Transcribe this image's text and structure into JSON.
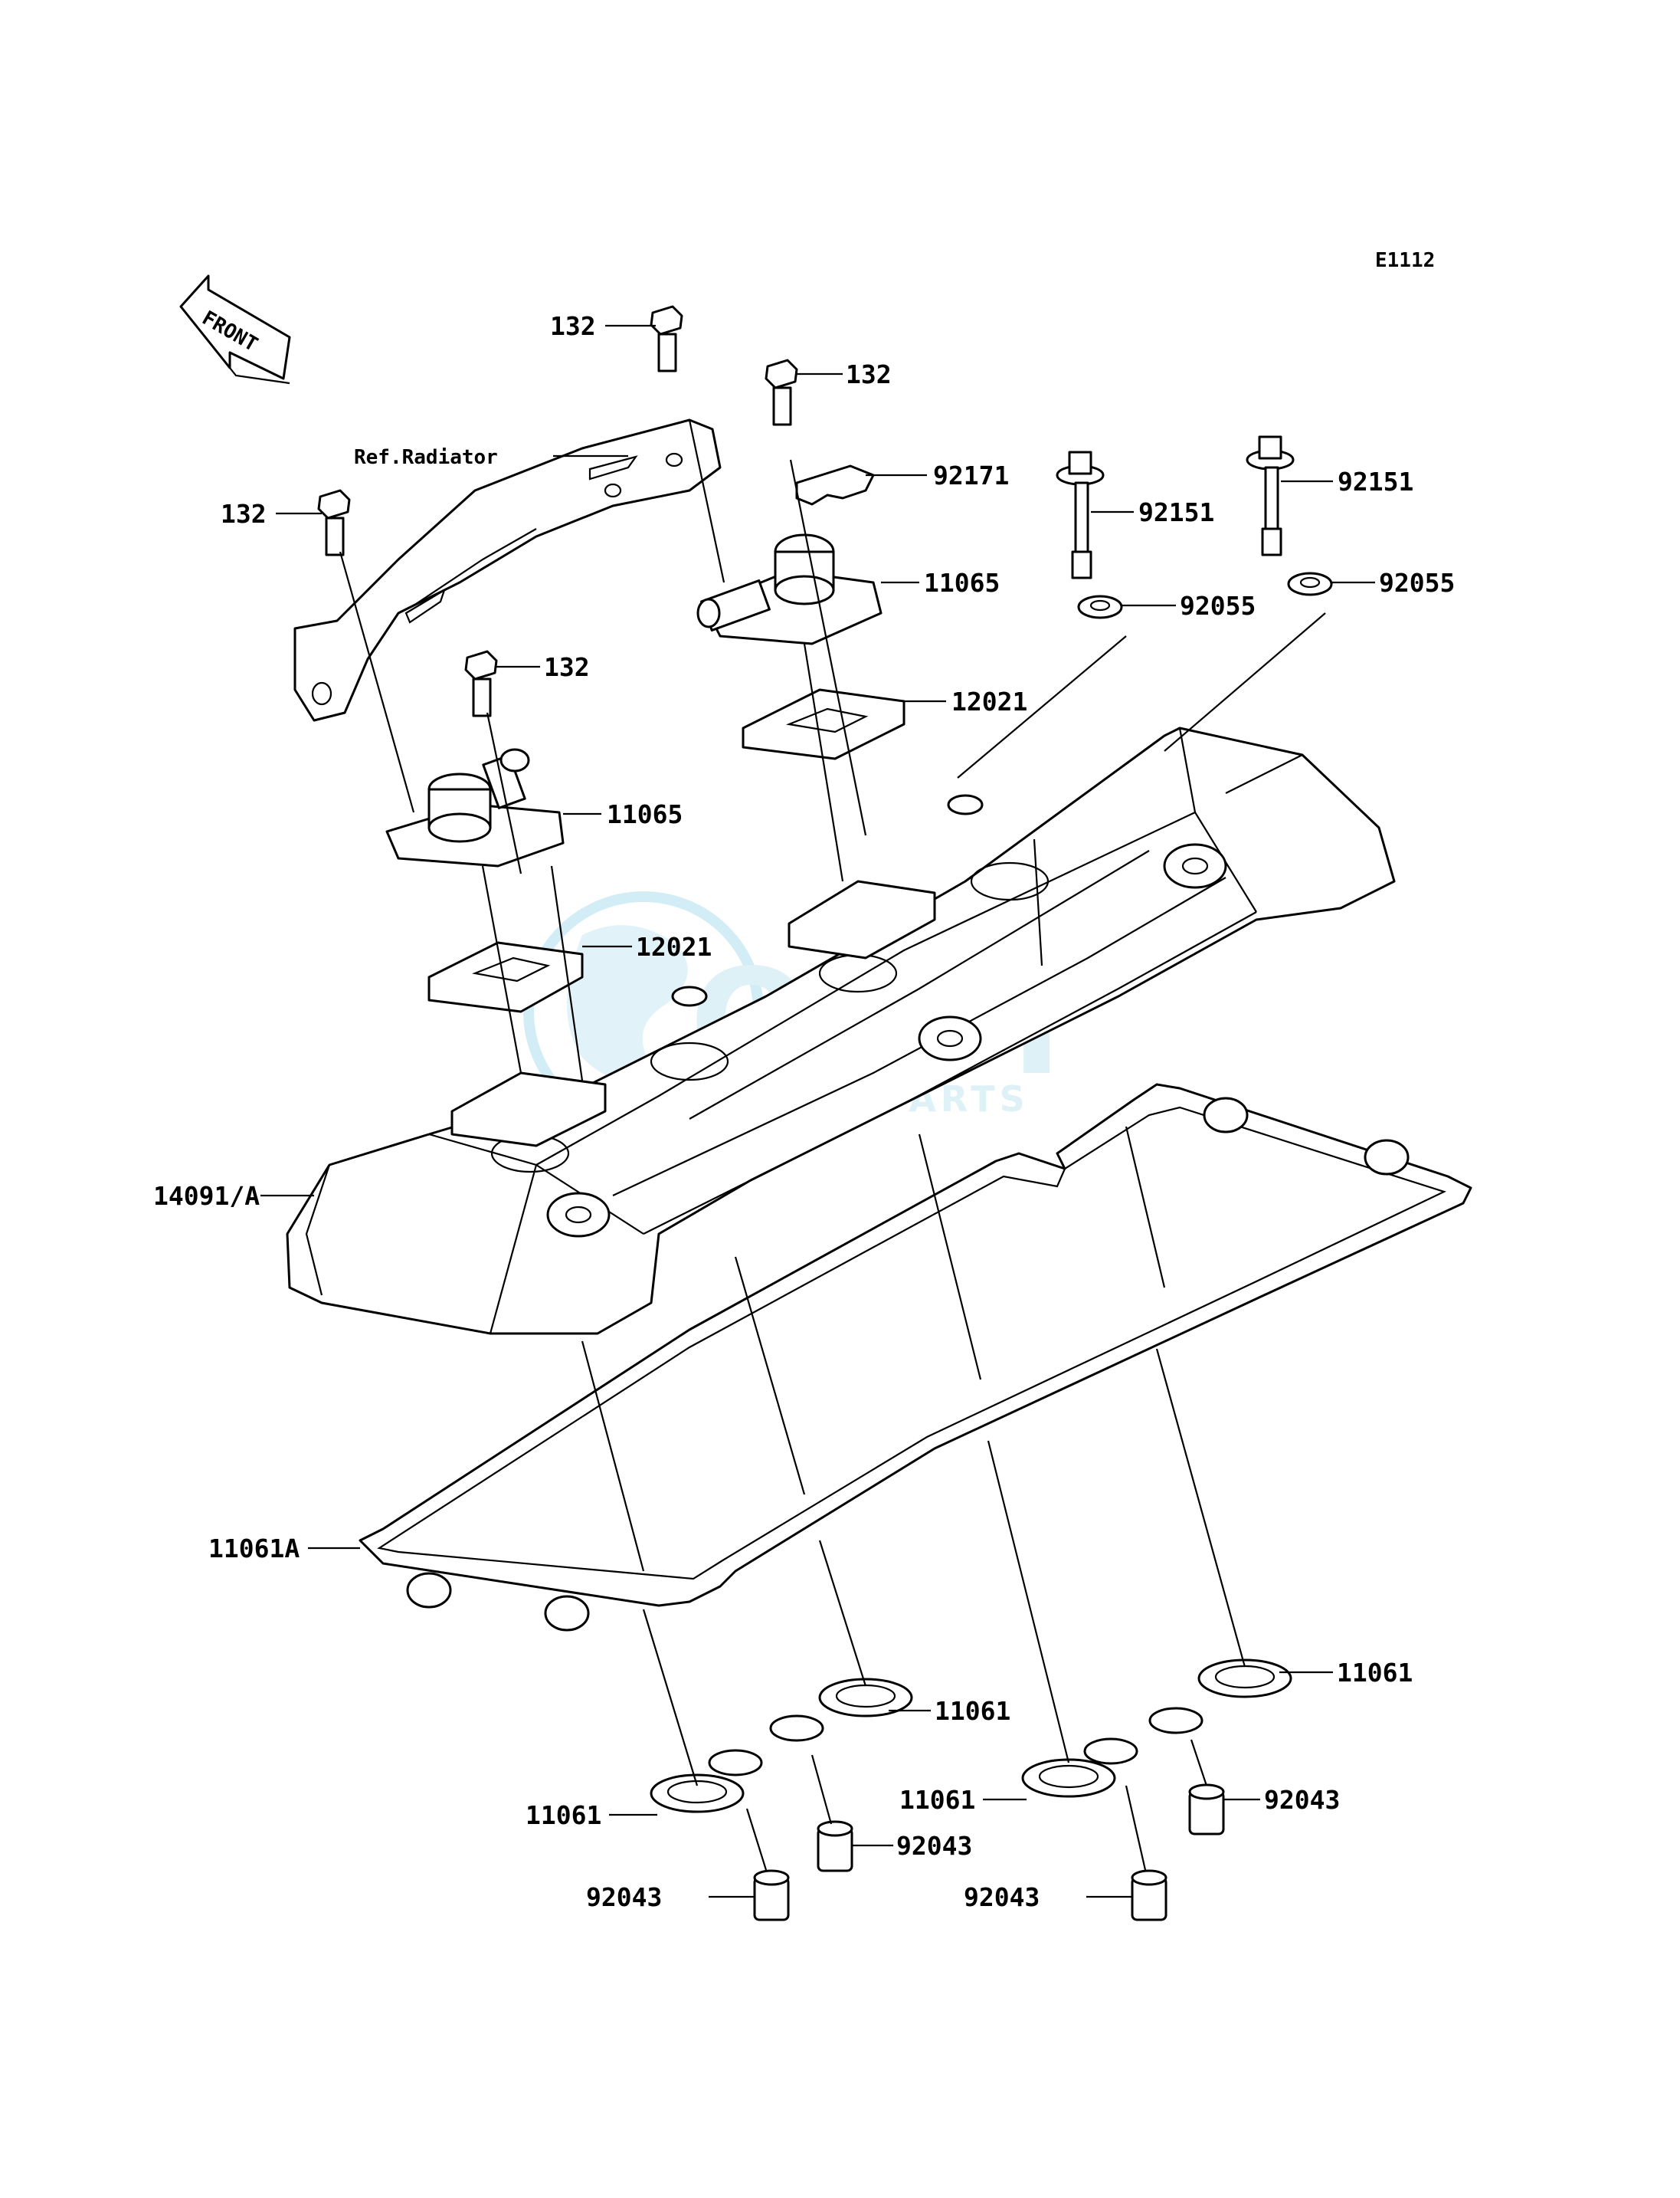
{
  "diagram_code": "E1112",
  "front_label": "FRONT",
  "watermark": {
    "brand": "OSM",
    "sub": "MOTORPARTS",
    "color": "#aee0f0"
  },
  "callouts": {
    "bolt_132_a": "132",
    "bolt_132_b": "132",
    "bolt_132_c": "132",
    "bolt_132_d": "132",
    "ref_radiator": "Ref.Radiator",
    "bracket_92171": "92171",
    "bolt_92151_a": "92151",
    "bolt_92151_b": "92151",
    "washer_92055_a": "92055",
    "washer_92055_b": "92055",
    "cover_11065_a": "11065",
    "cover_11065_b": "11065",
    "gasket_12021_a": "12021",
    "gasket_12021_b": "12021",
    "head_cover_14091": "14091/A",
    "gasket_11061A": "11061A",
    "plug_11061_a": "11061",
    "plug_11061_b": "11061",
    "plug_11061_c": "11061",
    "plug_11061_d": "11061",
    "collar_92043_a": "92043",
    "collar_92043_b": "92043",
    "collar_92043_c": "92043",
    "collar_92043_d": "92043"
  }
}
